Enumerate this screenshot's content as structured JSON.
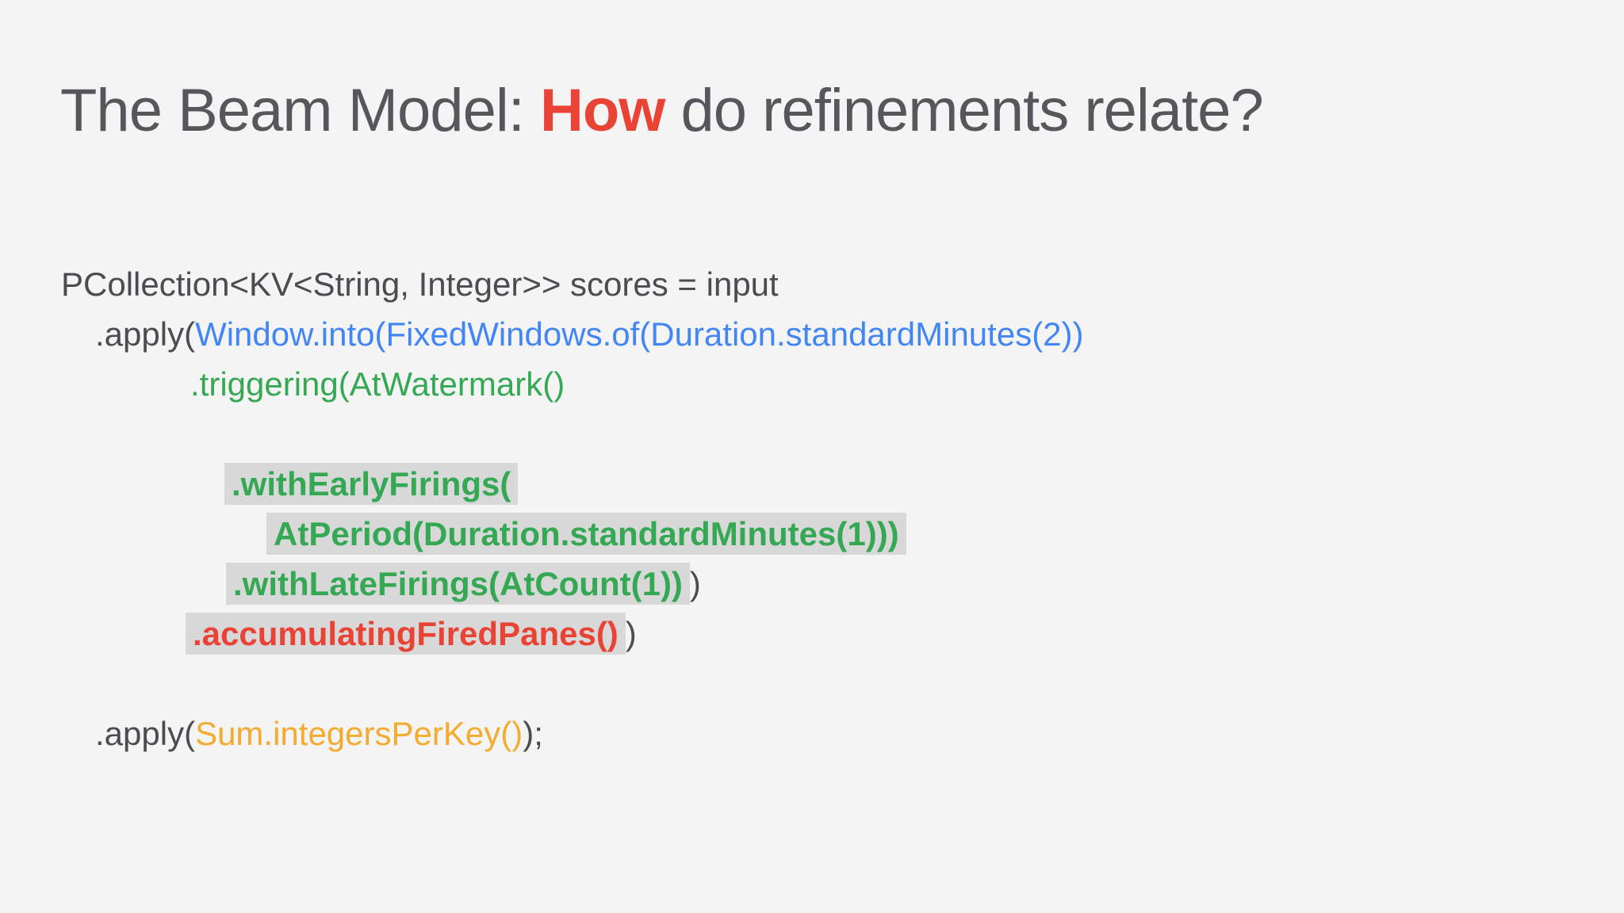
{
  "palette": {
    "background": "#f5f4f4",
    "title_text": "#56575b",
    "code_dark": "#4a4c50",
    "blue": "#4285f4",
    "green": "#34a853",
    "red": "#e94335",
    "yellow": "#f4ab2f",
    "highlight": "#d8d8d8"
  },
  "title": {
    "prefix": "The Beam Model: ",
    "emphasis": "How",
    "suffix": " do refinements relate?"
  },
  "code": {
    "lines": [
      {
        "indent": 77,
        "segments": [
          {
            "t": "PCollection<KV<String, Integer>> scores = input",
            "c": "code_dark"
          }
        ]
      },
      {
        "indent": 120,
        "segments": [
          {
            "t": ".apply(",
            "c": "code_dark"
          },
          {
            "t": "Window.into(FixedWindows.of(Duration.standardMinutes(2))",
            "c": "blue"
          }
        ]
      },
      {
        "indent": 240,
        "segments": [
          {
            "t": ".triggering(AtWatermark()",
            "c": "green"
          }
        ]
      },
      {
        "indent": 0,
        "segments": []
      },
      {
        "indent": 283,
        "segments": [
          {
            "t": ".withEarlyFirings(",
            "c": "green",
            "b": true,
            "hl": true
          }
        ]
      },
      {
        "indent": 336,
        "segments": [
          {
            "t": "AtPeriod(Duration.standardMinutes(1)))",
            "c": "green",
            "b": true,
            "hl": true
          }
        ]
      },
      {
        "indent": 285,
        "segments": [
          {
            "t": ".withLateFirings(AtCount(1))",
            "c": "green",
            "b": true,
            "hl": true
          },
          {
            "t": ")",
            "c": "code_dark"
          }
        ]
      },
      {
        "indent": 234,
        "segments": [
          {
            "t": ".accumulatingFiredPanes()",
            "c": "red",
            "b": true,
            "hl": true
          },
          {
            "t": ")",
            "c": "code_dark"
          }
        ]
      },
      {
        "indent": 0,
        "segments": []
      },
      {
        "indent": 120,
        "segments": [
          {
            "t": ".apply(",
            "c": "code_dark"
          },
          {
            "t": "Sum.integersPerKey()",
            "c": "yellow"
          },
          {
            "t": ");",
            "c": "code_dark"
          }
        ]
      }
    ]
  }
}
